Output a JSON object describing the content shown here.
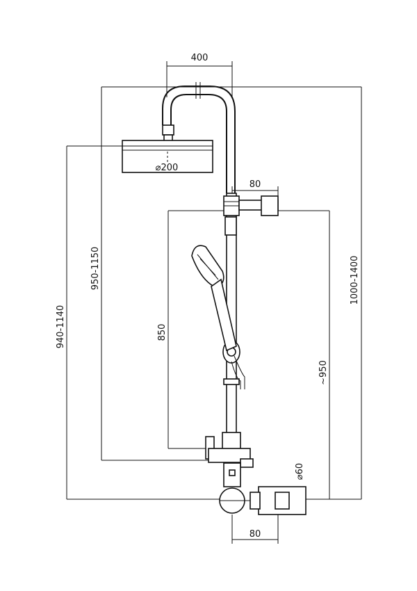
{
  "dimensions": {
    "top_width": "400",
    "head_diameter": "⌀200",
    "arm_length": "80",
    "overall_height": "1000-1400",
    "head_height_range": "950-1150",
    "bar_height_range": "940-1140",
    "slide_height": "850",
    "approx_height": "~950",
    "valve_diameter": "⌀60",
    "valve_width": "80"
  }
}
